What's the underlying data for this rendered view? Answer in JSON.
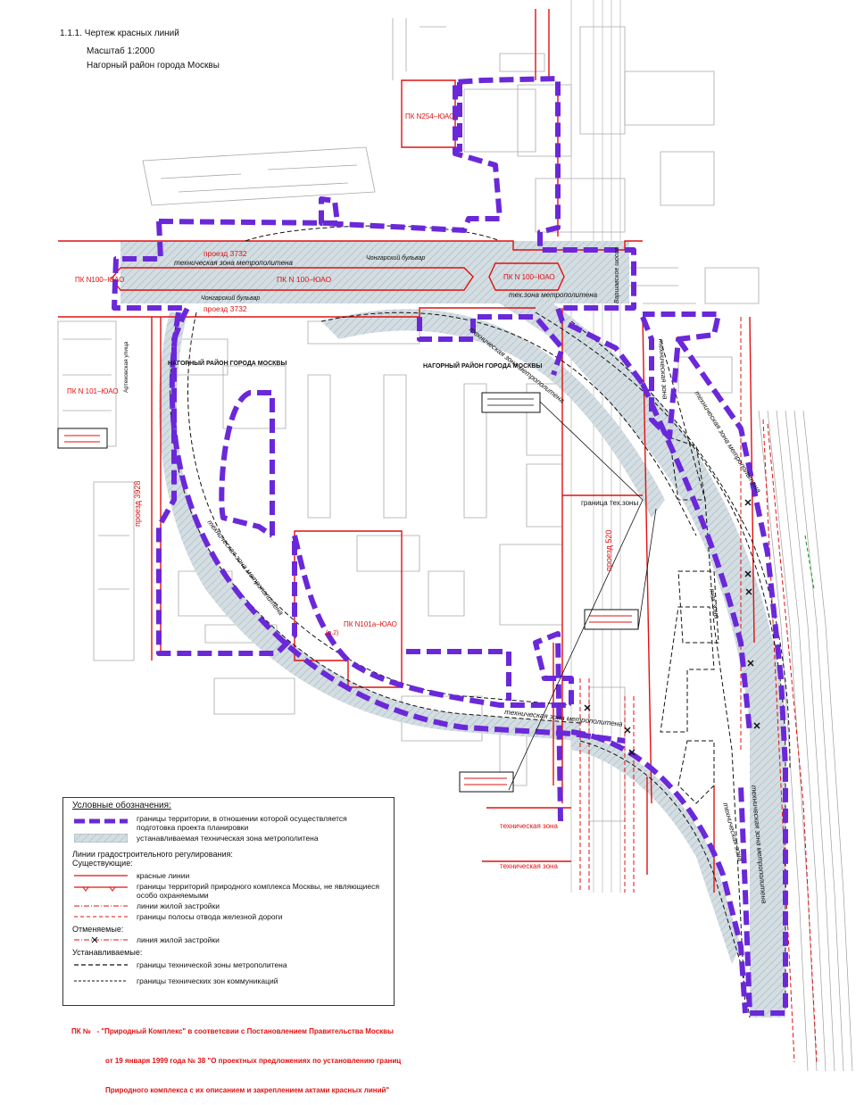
{
  "header": {
    "title": "1.1.1. Чертеж красных линий",
    "scale": "Масштаб 1:2000",
    "district": "Нагорный район города Москвы"
  },
  "colors": {
    "boundary": "#6a28d9",
    "red_line": "#e01010",
    "zone_fill": "#c9d6dc",
    "base": "#9a9a9a",
    "black_dash": "#111111"
  },
  "map": {
    "labels": {
      "proezd_3732_top": "проезд 3732",
      "proezd_3732_bottom": "проезд 3732",
      "chongar_north": "Чонгарский бульвар",
      "chongar_south": "Чонгарский бульвар",
      "tech_zone_top": "техническая зона метрополитена",
      "tech_zone_right": "тех.зона метрополитена",
      "pk_n100_center": "ПК N 100–ЮАО",
      "pk_n100_left": "ПК N100–ЮАО",
      "pk_n100_right": "ПК N 100–ЮАО",
      "pk_n254": "ПК N254–ЮАО",
      "pk_n101_left": "ПК N 101–ЮАО",
      "pk_n101a": "ПК N101а–ЮАО",
      "pk_small": "(р.2)",
      "district_left": "НАГОРНЫЙ РАЙОН ГОРОДА МОСКВЫ",
      "district_right": "НАГОРНЫЙ РАЙОН ГОРОДА МОСКВЫ",
      "proezd_3928": "проезд 3928",
      "proezd_520": "проезд 520",
      "border_tech": "граница тех.зоны",
      "tech_zone_loop": "техническая зона метрополитена",
      "tech_zone_diag": "техническая зона метрополитена",
      "tech_zone_bottom": "техническая зона метрополитена",
      "tech_zone_s1": "техническая зона",
      "tech_zone_s2": "техническая зона",
      "varsh": "Варшавское шоссе",
      "artek": "Артековская улица",
      "tech_z_right_a": "техническая зона",
      "tech_z_right_b": "техническая зона метрополитена",
      "tech_z_right_c": "тех.зона",
      "tech_z_right_d": "техническая зона метрополитена",
      "tech_z_right_e": "техническая зона"
    }
  },
  "legend": {
    "title": "Условные обозначения:",
    "items": [
      "границы территории, в отношении которой осуществляется подготовка проекта планировки",
      "устанавливаемая техническая зона метрополитена"
    ],
    "section_lines": "Линии градостроительного регулирования:",
    "section_existing": "Существующие:",
    "existing": [
      "красные линии",
      "границы территорий природного комплекса Москвы, не являющиеся особо охраняемыми",
      "линии жилой застройки",
      "границы полосы отвода железной дороги"
    ],
    "section_cancel": "Отменяемые:",
    "cancel": [
      "линия жилой застройки"
    ],
    "section_new": "Устанавливаемые:",
    "new": [
      "границы технической зоны метрополитена",
      "границы технических зон коммуникаций"
    ]
  },
  "note": {
    "line1": "ПК №   - \"Природный Комплекс\" в соответсвии с Постановлением Правительства Москвы",
    "line2": "от 19 января 1999 года № 38 \"О проектных предложениях по установлению границ",
    "line3": "Природного комплекса с их описанием и закреплением актами красных линий\""
  }
}
